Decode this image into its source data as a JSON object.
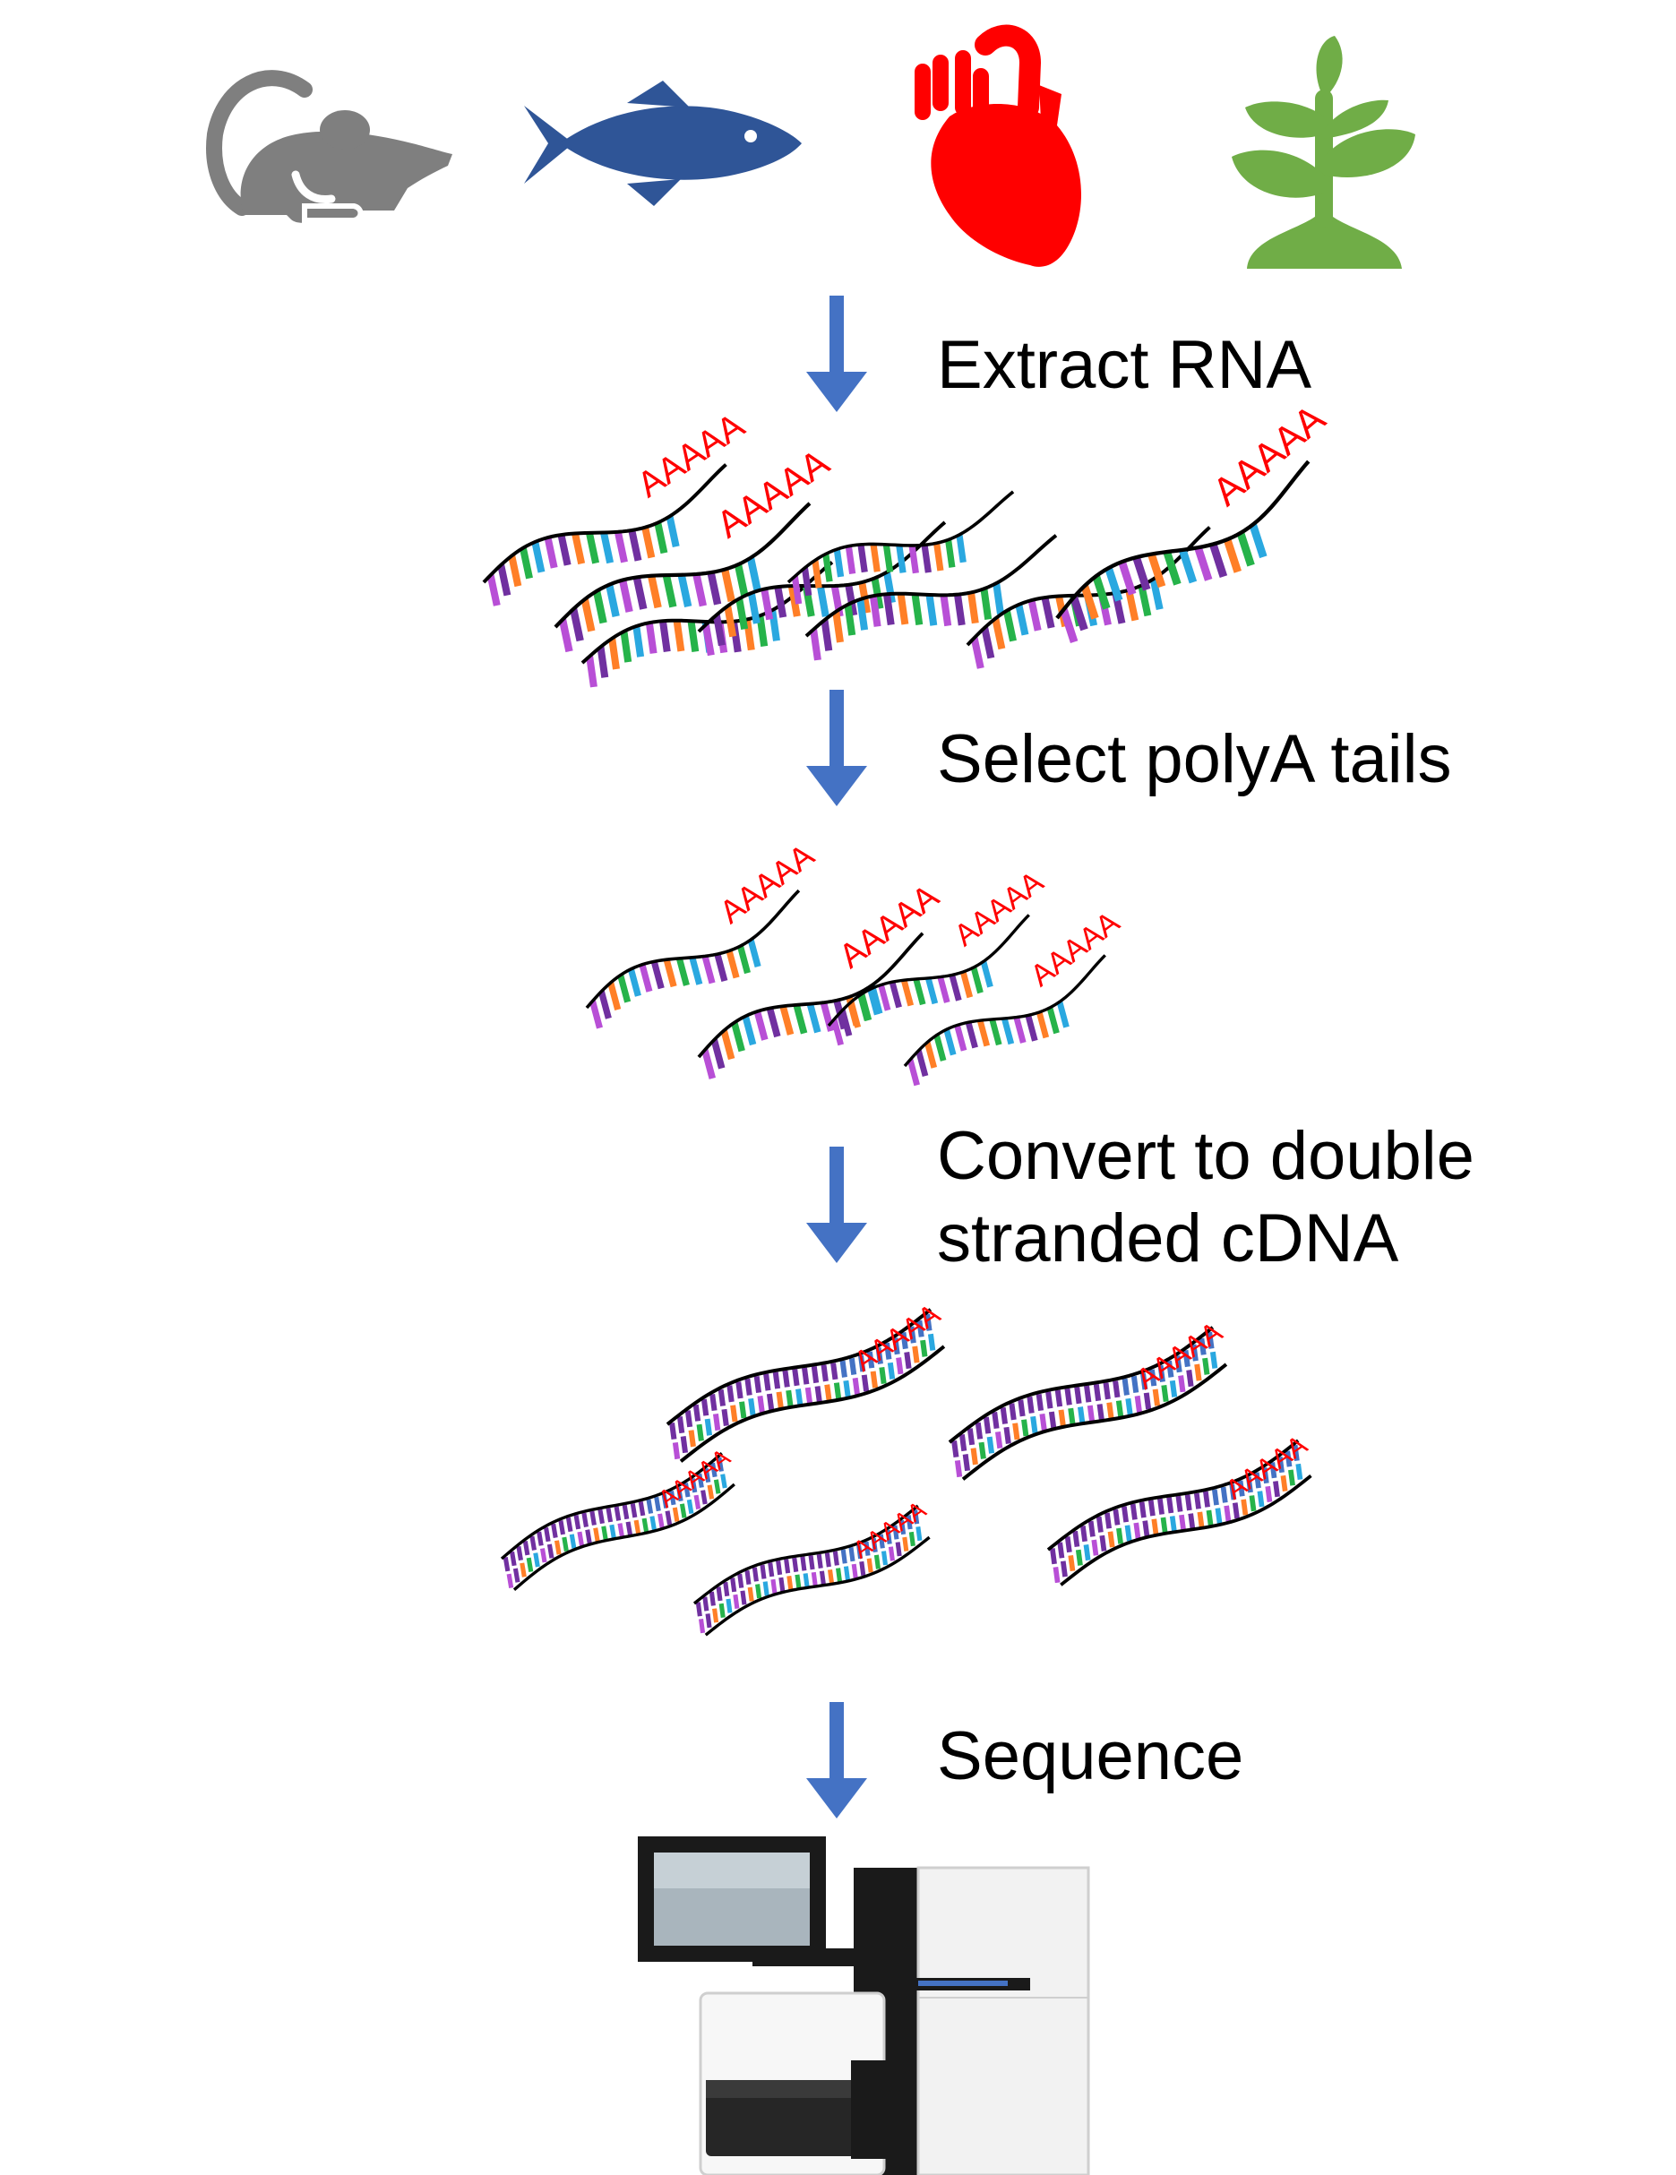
{
  "sources": [
    {
      "name": "mouse",
      "color": "#7f7f7f"
    },
    {
      "name": "fish",
      "color": "#2f5597"
    },
    {
      "name": "heart",
      "color": "#ff0000"
    },
    {
      "name": "plant",
      "color": "#70ad47"
    }
  ],
  "steps": [
    {
      "id": "extract",
      "label_lines": [
        "Extract RNA"
      ]
    },
    {
      "id": "select",
      "label_lines": [
        "Select polyA tails"
      ]
    },
    {
      "id": "convert",
      "label_lines": [
        "Convert to double",
        "stranded cDNA"
      ]
    },
    {
      "id": "sequence",
      "label_lines": [
        "Sequence"
      ]
    }
  ],
  "polya_tail_text": "AAAAA",
  "colors": {
    "arrow": "#4472c4",
    "tail_text": "#ff0000",
    "backbone": "#000000",
    "complement_bases": "#4472c4",
    "bases": [
      "#7030a0",
      "#ff7f27",
      "#26b34a",
      "#2aa8e0",
      "#b84fd6"
    ]
  }
}
